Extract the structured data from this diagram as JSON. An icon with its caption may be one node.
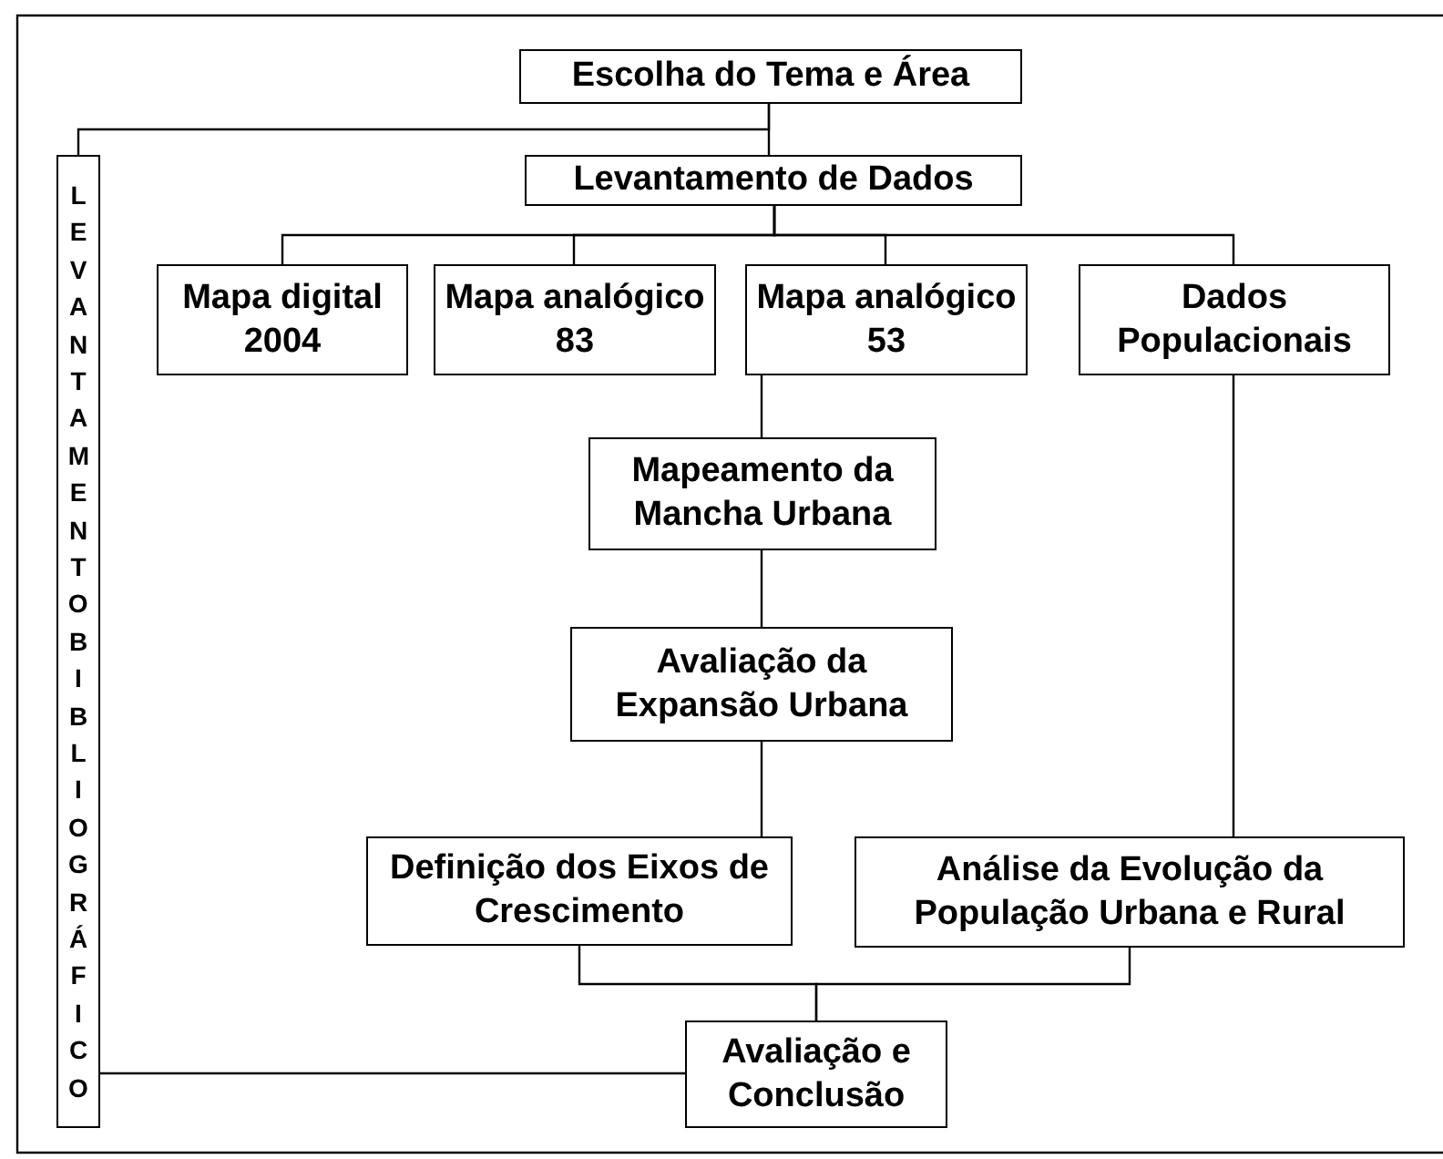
{
  "diagram": {
    "nodes": [
      {
        "text": [
          "Escolha do Tema e Área"
        ]
      },
      {
        "text": [
          "LEVANTAMENTO BIBLIOGRÁFICO"
        ]
      },
      {
        "text": [
          "Levantamento de Dados"
        ]
      },
      {
        "text": [
          "Mapa digital 2004"
        ]
      },
      {
        "text": [
          "Mapa analógico 83"
        ]
      },
      {
        "text": [
          "Mapa analógico 53"
        ]
      },
      {
        "text": [
          "Dados Populacionais"
        ]
      },
      {
        "text": [
          "Mapeamento da Mancha Urbana"
        ]
      },
      {
        "text": [
          "Avaliação da Expansão Urbana"
        ]
      },
      {
        "text": [
          "Definição dos Eixos de Crescimento"
        ]
      },
      {
        "text": [
          "Análise da Evolução da População Urbana e Rural"
        ]
      },
      {
        "text": [
          "Avaliação e Conclusão"
        ]
      }
    ],
    "edges": [
      {
        "from": 0,
        "to": 1,
        "arrow": "none"
      },
      {
        "from": 0,
        "to": 2,
        "arrow": "none"
      },
      {
        "from": 2,
        "to": 3,
        "arrow": "none"
      },
      {
        "from": 2,
        "to": 4,
        "arrow": "none"
      },
      {
        "from": 2,
        "to": 5,
        "arrow": "none"
      },
      {
        "from": 2,
        "to": 6,
        "arrow": "none"
      },
      {
        "from": 5,
        "to": 7,
        "arrow": "none"
      },
      {
        "from": 7,
        "to": 8,
        "arrow": "none"
      },
      {
        "from": 8,
        "to": 9,
        "arrow": "none"
      },
      {
        "from": 6,
        "to": 10,
        "arrow": "none"
      },
      {
        "from": 9,
        "to": 11,
        "arrow": "none"
      },
      {
        "from": 10,
        "to": 11,
        "arrow": "none"
      },
      {
        "from": 1,
        "to": 11,
        "arrow": "none"
      }
    ]
  }
}
